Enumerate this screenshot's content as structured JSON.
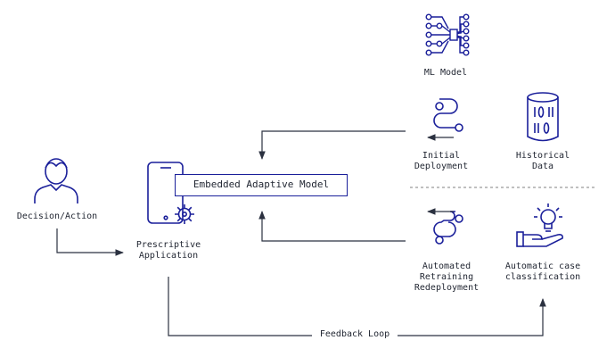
{
  "nodes": {
    "ml_model": "ML Model",
    "initial_deployment": [
      "Initial",
      "Deployment"
    ],
    "historical_data": [
      "Historical",
      "Data"
    ],
    "decision_action": "Decision/Action",
    "prescriptive_application": [
      "Prescriptive",
      "Application"
    ],
    "embedded_model": "Embedded Adaptive Model",
    "automated_redeployment": [
      "Automated",
      "Retraining",
      "Redeployment"
    ],
    "automatic_classification": [
      "Automatic case",
      "classification"
    ],
    "feedback_loop": "Feedback Loop"
  },
  "colors": {
    "icon_stroke": "#1a1f9a",
    "arrow_stroke": "#2b3140",
    "divider": "#9a9a9a",
    "text": "#1f2430"
  },
  "icons": [
    "neural-network-icon",
    "pipeline-icon",
    "database-icon",
    "person-icon",
    "mobile-app-gear-icon",
    "lightbulb-hand-icon"
  ]
}
